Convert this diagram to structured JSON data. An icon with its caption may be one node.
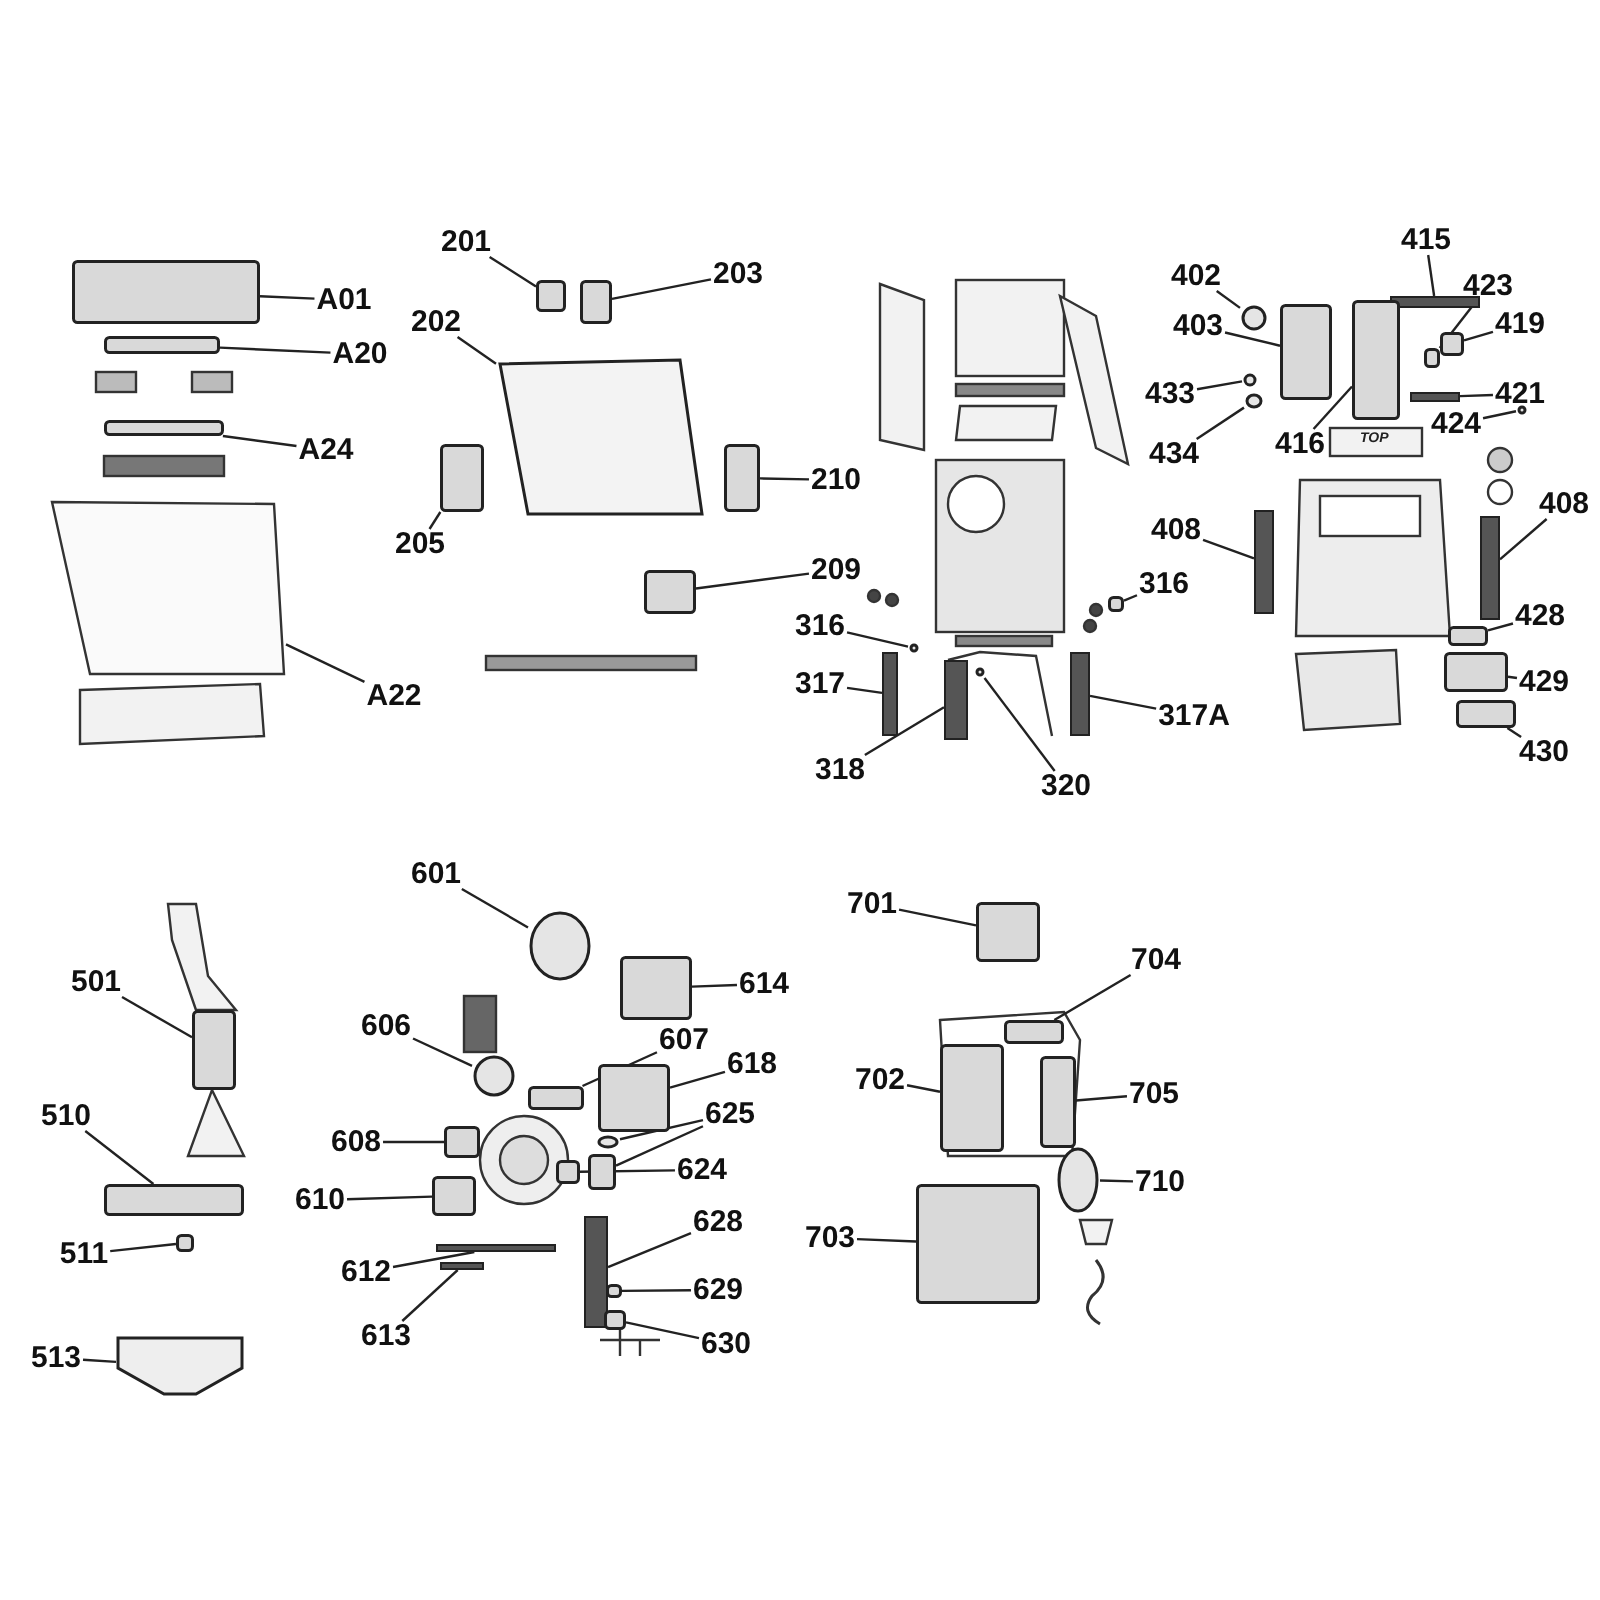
{
  "diagram": {
    "nodes": [
      {
        "text": [
          "A01"
        ]
      },
      {
        "text": [],
        "shape": "box"
      },
      {
        "text": [
          "A20"
        ]
      },
      {
        "text": [],
        "shape": "box"
      },
      {
        "text": [
          "A24"
        ]
      },
      {
        "text": [],
        "shape": "box"
      },
      {
        "text": [
          "A22"
        ]
      },
      {
        "text": [],
        "shape": "box"
      },
      {
        "text": [
          "201"
        ]
      },
      {
        "text": [],
        "shape": "box"
      },
      {
        "text": [
          "203"
        ]
      },
      {
        "text": [],
        "shape": "box"
      },
      {
        "text": [
          "202"
        ]
      },
      {
        "text": [],
        "shape": "box"
      },
      {
        "text": [
          "205"
        ]
      },
      {
        "text": [],
        "shape": "box"
      },
      {
        "text": [
          "210"
        ]
      },
      {
        "text": [],
        "shape": "box"
      },
      {
        "text": [
          "209"
        ]
      },
      {
        "text": [],
        "shape": "box"
      },
      {
        "text": [
          "316"
        ]
      },
      {
        "text": [],
        "shape": "circle"
      },
      {
        "text": [
          "317"
        ]
      },
      {
        "text": [],
        "shape": "bar"
      },
      {
        "text": [
          "318"
        ]
      },
      {
        "text": [],
        "shape": "bar"
      },
      {
        "text": [
          "320"
        ]
      },
      {
        "text": [],
        "shape": "circle"
      },
      {
        "text": [
          "316"
        ]
      },
      {
        "text": [],
        "shape": "box"
      },
      {
        "text": [
          "317A"
        ]
      },
      {
        "text": [],
        "shape": "bar"
      },
      {
        "text": [
          "402"
        ]
      },
      {
        "text": [],
        "shape": "circle"
      },
      {
        "text": [
          "403"
        ]
      },
      {
        "text": [],
        "shape": "box"
      },
      {
        "text": [
          "433"
        ]
      },
      {
        "text": [],
        "shape": "circle"
      },
      {
        "text": [
          "434"
        ]
      },
      {
        "text": [],
        "shape": "circle"
      },
      {
        "text": [
          "415"
        ]
      },
      {
        "text": [],
        "shape": "bar"
      },
      {
        "text": [
          "423"
        ]
      },
      {
        "text": [],
        "shape": "box"
      },
      {
        "text": [
          "419"
        ]
      },
      {
        "text": [],
        "shape": "box"
      },
      {
        "text": [
          "416"
        ]
      },
      {
        "text": [],
        "shape": "box"
      },
      {
        "text": [
          "421"
        ]
      },
      {
        "text": [],
        "shape": "bar"
      },
      {
        "text": [
          "424"
        ]
      },
      {
        "text": [],
        "shape": "circle"
      },
      {
        "text": [
          "408"
        ]
      },
      {
        "text": [],
        "shape": "bar"
      },
      {
        "text": [
          "408"
        ]
      },
      {
        "text": [],
        "shape": "bar"
      },
      {
        "text": [
          "428"
        ]
      },
      {
        "text": [],
        "shape": "box"
      },
      {
        "text": [
          "429"
        ]
      },
      {
        "text": [],
        "shape": "box"
      },
      {
        "text": [
          "430"
        ]
      },
      {
        "text": [],
        "shape": "box"
      },
      {
        "text": [
          "501"
        ]
      },
      {
        "text": [],
        "shape": "box"
      },
      {
        "text": [
          "510"
        ]
      },
      {
        "text": [],
        "shape": "box"
      },
      {
        "text": [
          "511"
        ]
      },
      {
        "text": [],
        "shape": "box"
      },
      {
        "text": [
          "513"
        ]
      },
      {
        "text": [],
        "shape": "box"
      },
      {
        "text": [
          "601"
        ]
      },
      {
        "text": [],
        "shape": "circle"
      },
      {
        "text": [
          "614"
        ]
      },
      {
        "text": [],
        "shape": "box"
      },
      {
        "text": [
          "606"
        ]
      },
      {
        "text": [],
        "shape": "circle"
      },
      {
        "text": [
          "607"
        ]
      },
      {
        "text": [],
        "shape": "box"
      },
      {
        "text": [
          "618"
        ]
      },
      {
        "text": [],
        "shape": "box"
      },
      {
        "text": [
          "625"
        ]
      },
      {
        "text": [],
        "shape": "circle"
      },
      {
        "text": [],
        "shape": "box"
      },
      {
        "text": [
          "624"
        ]
      },
      {
        "text": [],
        "shape": "box"
      },
      {
        "text": [
          "608"
        ]
      },
      {
        "text": [],
        "shape": "box"
      },
      {
        "text": [
          "610"
        ]
      },
      {
        "text": [],
        "shape": "box"
      },
      {
        "text": [
          "612"
        ]
      },
      {
        "text": [],
        "shape": "bar"
      },
      {
        "text": [
          "613"
        ]
      },
      {
        "text": [],
        "shape": "bar"
      },
      {
        "text": [
          "628"
        ]
      },
      {
        "text": [],
        "shape": "bar"
      },
      {
        "text": [
          "629"
        ]
      },
      {
        "text": [],
        "shape": "box"
      },
      {
        "text": [
          "630"
        ]
      },
      {
        "text": [],
        "shape": "box"
      },
      {
        "text": [
          "701"
        ]
      },
      {
        "text": [],
        "shape": "box"
      },
      {
        "text": [
          "704"
        ]
      },
      {
        "text": [],
        "shape": "box"
      },
      {
        "text": [
          "702"
        ]
      },
      {
        "text": [],
        "shape": "box"
      },
      {
        "text": [
          "705"
        ]
      },
      {
        "text": [],
        "shape": "box"
      },
      {
        "text": [
          "703"
        ]
      },
      {
        "text": [],
        "shape": "box"
      },
      {
        "text": [
          "710"
        ]
      },
      {
        "text": [],
        "shape": "circle"
      }
    ],
    "edges": [
      {
        "from": 0,
        "to": 1,
        "arrow": "none"
      },
      {
        "from": 2,
        "to": 3,
        "arrow": "none"
      },
      {
        "from": 4,
        "to": 5,
        "arrow": "none"
      },
      {
        "from": 6,
        "to": 7,
        "arrow": "none"
      },
      {
        "from": 8,
        "to": 9,
        "arrow": "none"
      },
      {
        "from": 10,
        "to": 11,
        "arrow": "none"
      },
      {
        "from": 12,
        "to": 13,
        "arrow": "none"
      },
      {
        "from": 14,
        "to": 15,
        "arrow": "none"
      },
      {
        "from": 16,
        "to": 17,
        "arrow": "none"
      },
      {
        "from": 18,
        "to": 19,
        "arrow": "none"
      },
      {
        "from": 20,
        "to": 21,
        "arrow": "none"
      },
      {
        "from": 22,
        "to": 23,
        "arrow": "none"
      },
      {
        "from": 24,
        "to": 25,
        "arrow": "none"
      },
      {
        "from": 26,
        "to": 27,
        "arrow": "none"
      },
      {
        "from": 28,
        "to": 29,
        "arrow": "none"
      },
      {
        "from": 30,
        "to": 31,
        "arrow": "none"
      },
      {
        "from": 32,
        "to": 33,
        "arrow": "none"
      },
      {
        "from": 34,
        "to": 35,
        "arrow": "none"
      },
      {
        "from": 36,
        "to": 37,
        "arrow": "none"
      },
      {
        "from": 38,
        "to": 39,
        "arrow": "none"
      },
      {
        "from": 40,
        "to": 41,
        "arrow": "none"
      },
      {
        "from": 42,
        "to": 43,
        "arrow": "none"
      },
      {
        "from": 44,
        "to": 45,
        "arrow": "none"
      },
      {
        "from": 46,
        "to": 47,
        "arrow": "none"
      },
      {
        "from": 48,
        "to": 49,
        "arrow": "none"
      },
      {
        "from": 50,
        "to": 51,
        "arrow": "none"
      },
      {
        "from": 52,
        "to": 53,
        "arrow": "none"
      },
      {
        "from": 54,
        "to": 55,
        "arrow": "none"
      },
      {
        "from": 56,
        "to": 57,
        "arrow": "none"
      },
      {
        "from": 58,
        "to": 59,
        "arrow": "none"
      },
      {
        "from": 60,
        "to": 61,
        "arrow": "none"
      },
      {
        "from": 62,
        "to": 63,
        "arrow": "none"
      },
      {
        "from": 64,
        "to": 65,
        "arrow": "none"
      },
      {
        "from": 66,
        "to": 67,
        "arrow": "none"
      },
      {
        "from": 68,
        "to": 69,
        "arrow": "none"
      },
      {
        "from": 70,
        "to": 71,
        "arrow": "none"
      },
      {
        "from": 72,
        "to": 73,
        "arrow": "none"
      },
      {
        "from": 74,
        "to": 75,
        "arrow": "none"
      },
      {
        "from": 76,
        "to": 77,
        "arrow": "none"
      },
      {
        "from": 78,
        "to": 79,
        "arrow": "none"
      },
      {
        "from": 80,
        "to": 81,
        "arrow": "none"
      },
      {
        "from": 80,
        "to": 82,
        "arrow": "none"
      },
      {
        "from": 83,
        "to": 84,
        "arrow": "none"
      },
      {
        "from": 85,
        "to": 86,
        "arrow": "none"
      },
      {
        "from": 87,
        "to": 88,
        "arrow": "none"
      },
      {
        "from": 89,
        "to": 90,
        "arrow": "none"
      },
      {
        "from": 91,
        "to": 92,
        "arrow": "none"
      },
      {
        "from": 93,
        "to": 94,
        "arrow": "none"
      },
      {
        "from": 95,
        "to": 96,
        "arrow": "none"
      },
      {
        "from": 97,
        "to": 98,
        "arrow": "none"
      },
      {
        "from": 99,
        "to": 100,
        "arrow": "none"
      },
      {
        "from": 101,
        "to": 102,
        "arrow": "none"
      },
      {
        "from": 103,
        "to": 104,
        "arrow": "none"
      },
      {
        "from": 105,
        "to": 106,
        "arrow": "none"
      },
      {
        "from": 107,
        "to": 108,
        "arrow": "none"
      },
      {
        "from": 109,
        "to": 110,
        "arrow": "none"
      }
    ],
    "labels": [
      "TOP"
    ]
  }
}
